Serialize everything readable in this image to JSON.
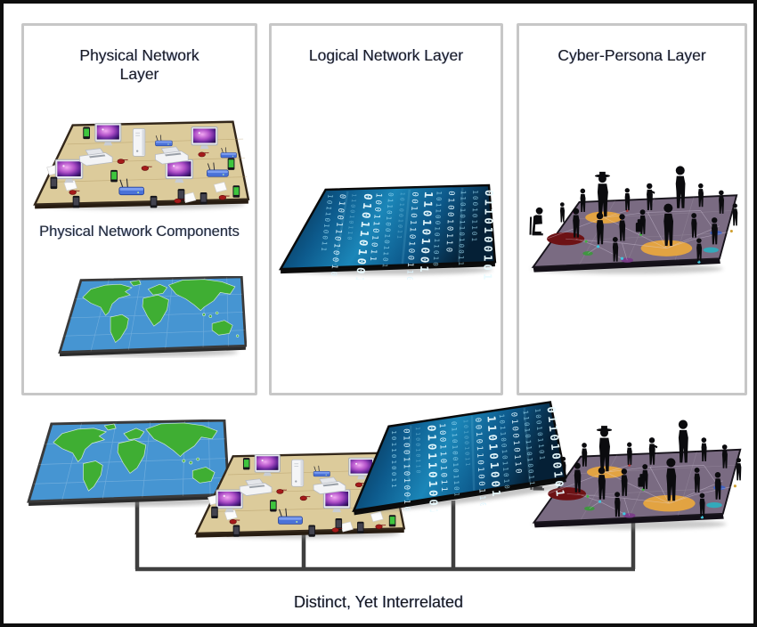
{
  "panels": [
    {
      "title": "Physical Network Layer",
      "caption": "Physical Network Components"
    },
    {
      "title": "Logical Network Layer"
    },
    {
      "title": "Cyber-Persona Layer"
    }
  ],
  "bottom": {
    "caption": "Distinct, Yet Interrelated"
  },
  "graphics": {
    "binary_columns": [
      "1011010011",
      "0100110100101",
      "110010110",
      "01011010010",
      "1001101011",
      "0110100101101",
      "101001011",
      "0010110100110",
      "110101001",
      "1011001011010",
      "010010110",
      "1101011010011",
      "100101101",
      "01101001011"
    ],
    "colors": {
      "map_sea": "#4695d2",
      "map_land": "#3fae33",
      "platform_wood": "#dccb9b",
      "binary_deep": "#07243c",
      "binary_mid": "#1b86b8",
      "binary_digit": "#a6e4fa",
      "persona_surface": "#7a6b82",
      "persona_orange": "#e8a63e",
      "persona_red": "#6d1215",
      "connector": "#3f3f3f",
      "panel_border": "#c7c7c7"
    }
  }
}
